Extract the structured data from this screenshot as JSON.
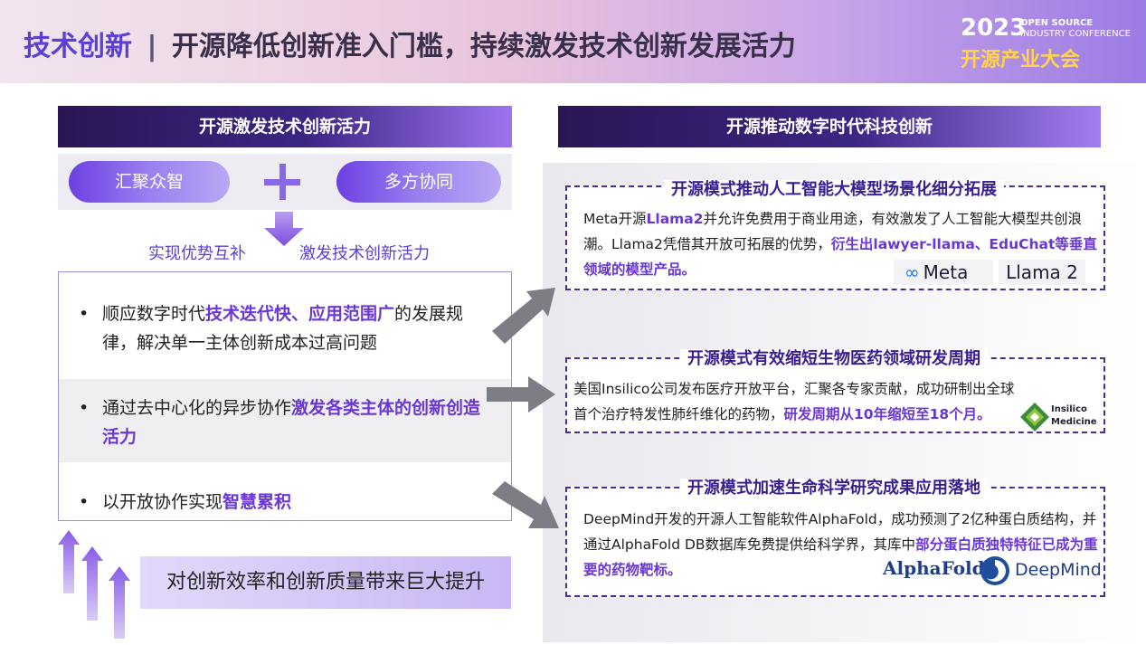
{
  "header": {
    "tag": "技术创新",
    "separator": "|",
    "title": "开源降低创新准入门槛，持续激发技术创新发展活力",
    "logo_year": "2023",
    "logo_en_1": "OPEN SOURCE",
    "logo_en_2": "INDUSTRY CONFERENCE",
    "logo_cn": "开源产业大会"
  },
  "left": {
    "heading": "开源激发技术创新活力",
    "pill_1": "汇聚众智",
    "pill_2": "多方协同",
    "sub_1": "实现优势互补",
    "sub_2": "激发技术创新活力",
    "bullets": [
      {
        "pre": "顺应数字时代",
        "hl": "技术迭代快、应用范围广",
        "post": "的发展规律，解决单一主体创新成本过高问题"
      },
      {
        "pre": "通过去中心化的异步协作",
        "hl": "激发各类主体的创新创造活力",
        "post": ""
      },
      {
        "pre": "以开放协作实现",
        "hl": "智慧累积",
        "post": ""
      }
    ],
    "bullet_char": "•",
    "impact": "对创新效率和创新质量带来巨大提升"
  },
  "right": {
    "heading": "开源推动数字时代科技创新",
    "cards": [
      {
        "title": "开源模式推动人工智能大模型场景化细分拓展",
        "p1": "Meta开源",
        "h1": "Llama2",
        "p2": "并允许免费用于商业用途，有效激发了人工智能大模型共创浪潮。Llama2凭借其开放可拓展的优势，",
        "h2": "衍生出lawyer-llama、EduChat等垂直领域的模型产品。"
      },
      {
        "title": "开源模式有效缩短生物医药领域研发周期",
        "p1": "美国Insilico公司发布医疗开放平台，汇聚各专家贡献，成功研制出全球首个治疗特发性肺纤维化的药物，",
        "h1": "研发周期从10年缩短至18个月。"
      },
      {
        "title": "开源模式加速生命科学研究成果应用落地",
        "p1": "DeepMind开发的开源人工智能软件AlphaFold，成功预测了2亿种蛋白质结构，并通过AlphaFold DB数据库免费提供给科学界，其库中",
        "h1": "部分蛋白质独特特征已成为重要的药物靶标。"
      }
    ],
    "logos": {
      "meta": "Meta",
      "llama": "Llama 2",
      "insilico_1": "Insilico",
      "insilico_2": "Medicine",
      "alphafold": "AlphaFold",
      "deepmind": "DeepMind"
    }
  },
  "colors": {
    "accent": "#6a37d6",
    "dark": "#2a1654",
    "card_border": "#4a2d9a"
  }
}
